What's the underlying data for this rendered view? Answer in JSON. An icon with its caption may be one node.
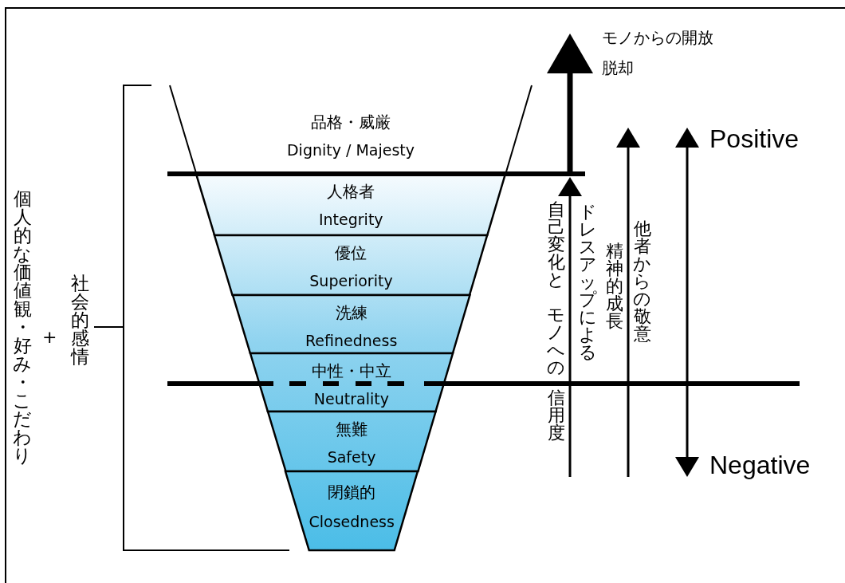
{
  "diagram": {
    "nodes": [
      {
        "text": [
          "品格・威厳",
          "Dignity / Majesty"
        ]
      },
      {
        "text": [
          "人格者",
          "Integrity"
        ]
      },
      {
        "text": [
          "優位",
          "Superiority"
        ]
      },
      {
        "text": [
          "洗練",
          "Refinedness"
        ]
      },
      {
        "text": [
          "中性・中立",
          "Neutrality"
        ]
      },
      {
        "text": [
          "無難",
          "Safety"
        ]
      },
      {
        "text": [
          "閉鎖的",
          "Closedness"
        ]
      }
    ],
    "labels": [
      "モノからの開放",
      "脱却",
      "Positive",
      "個人的な価値観・好み・こだわり",
      "+",
      "社会的感情",
      "自己変化と",
      "モノへの",
      "信用度",
      "ドレスアップによる",
      "精神的成長",
      "他者からの敬意",
      "Negative"
    ]
  }
}
